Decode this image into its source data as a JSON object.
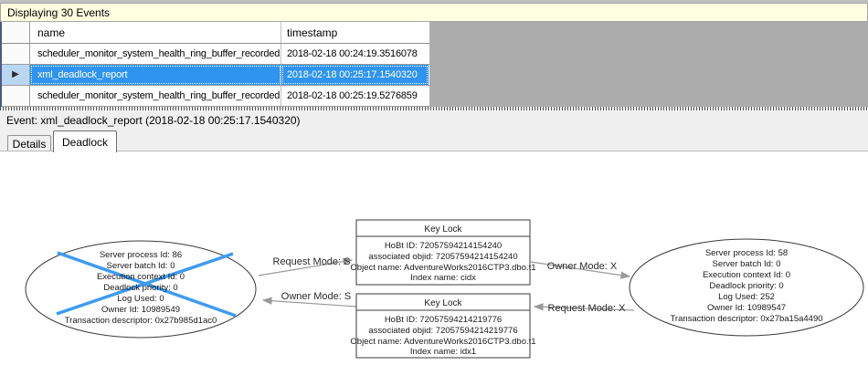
{
  "info_bar": {
    "text": "Displaying 30 Events"
  },
  "grid": {
    "columns": {
      "name": "name",
      "timestamp": "timestamp"
    },
    "rows": [
      {
        "name": "scheduler_monitor_system_health_ring_buffer_recorded",
        "timestamp": "2018-02-18 00:24:19.3516078",
        "selected": false
      },
      {
        "name": "xml_deadlock_report",
        "timestamp": "2018-02-18 00:25:17.1540320",
        "selected": true
      },
      {
        "name": "scheduler_monitor_system_health_ring_buffer_recorded",
        "timestamp": "2018-02-18 00:25:19.5276859",
        "selected": false
      }
    ],
    "row_indicator_icon": "▶"
  },
  "event_bar": {
    "text": "Event: xml_deadlock_report (2018-02-18 00:25:17.1540320)"
  },
  "tabs": [
    {
      "label": "Details",
      "active": false
    },
    {
      "label": "Deadlock",
      "active": true
    }
  ],
  "graph": {
    "victim_process": {
      "lines": [
        "Server process Id: 86",
        "Server batch Id: 0",
        "Execution context Id: 0",
        "Deadlock priority: 0",
        "Log Used: 0",
        "Owner Id: 10989549",
        "Transaction descriptor: 0x27b985d1ac0"
      ]
    },
    "other_process": {
      "lines": [
        "Server process Id: 58",
        "Server batch Id: 0",
        "Execution context Id: 0",
        "Deadlock priority: 0",
        "Log Used: 252",
        "Owner Id: 10989547",
        "Transaction descriptor: 0x27ba15a4490"
      ]
    },
    "lock_top": {
      "title": "Key Lock",
      "lines": [
        "HoBt ID: 72057594214154240",
        "associated objid: 72057594214154240",
        "Object name: AdventureWorks2016CTP3.dbo.t1",
        "Index name: cidx"
      ]
    },
    "lock_bottom": {
      "title": "Key Lock",
      "lines": [
        "HoBt ID: 72057594214219776",
        "associated objid: 72057594214219776",
        "Object name: AdventureWorks2016CTP3.dbo.t1",
        "Index name: idx1"
      ]
    },
    "edges": {
      "request_s": "Request Mode: S",
      "owner_x": "Owner Mode: X",
      "owner_s": "Owner Mode: S",
      "request_x": "Request Mode: X"
    }
  },
  "colors": {
    "selection_blue": "#2f94f0",
    "victim_cross_blue": "#3e9bf0",
    "info_bar_yellow": "#ffffe1",
    "panel_gray": "#acacac",
    "edge_gray": "#999999"
  }
}
